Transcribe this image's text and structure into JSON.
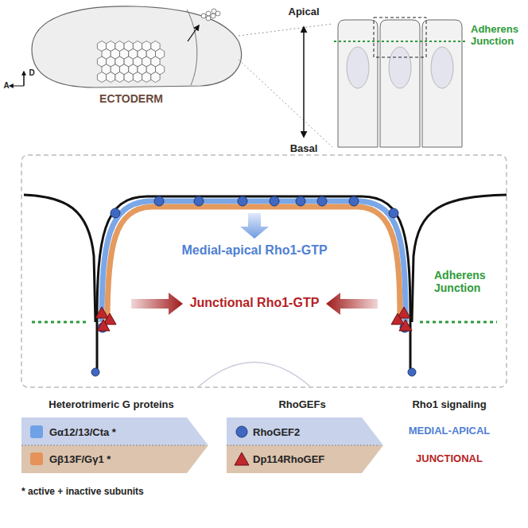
{
  "diagram": {
    "nodes": [
      {
        "text": [
          "Gα12/13/Cta *"
        ]
      },
      {
        "text": [
          "Gβ13F/Gγ1 *"
        ]
      },
      {
        "text": [
          "RhoGEF2"
        ]
      },
      {
        "text": [
          "Dp114RhoGEF"
        ]
      }
    ],
    "labels": [
      "ECTODERM",
      "D",
      "A",
      "Apical",
      "Basal",
      "Adherens Junction",
      "Medial-apical Rho1-GTP",
      "Adherens Junction",
      "Junctional Rho1-GTP",
      "Heterotrimeric G proteins",
      "RhoGEFs",
      "Rho1 signaling",
      "MEDIAL-APICAL",
      "JUNCTIONAL",
      "* active + inactive subunits"
    ]
  }
}
